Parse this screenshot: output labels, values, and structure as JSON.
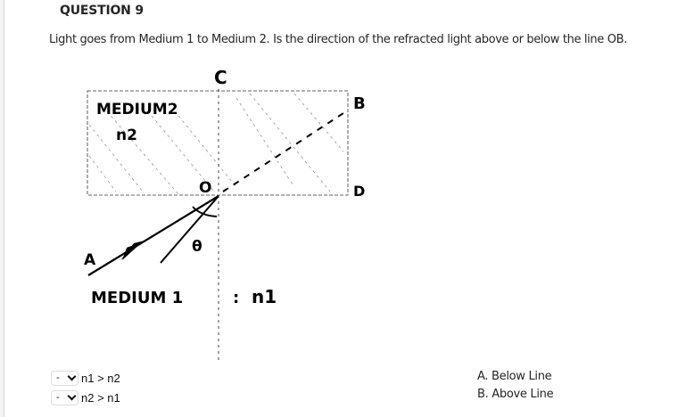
{
  "question": {
    "title": "QUESTION 9",
    "text": "Light goes from Medium 1 to Medium 2. Is the direction of the refracted light above or below the line OB."
  },
  "diagram": {
    "labels": {
      "top": "C",
      "medium2": "MEDIUM2",
      "n2": "n2",
      "point_o": "O",
      "point_b": "B",
      "point_d": "D",
      "point_a": "A",
      "theta": "θ",
      "medium1": "MEDIUM 1",
      "colon": ":",
      "n1": "n1"
    }
  },
  "matching": {
    "prompts": [
      {
        "select_value": "-",
        "label": "n1 > n2"
      },
      {
        "select_value": "-",
        "label": "n2 > n1"
      }
    ],
    "answers": [
      {
        "label": "A. Below Line"
      },
      {
        "label": "B. Above Line"
      }
    ]
  }
}
